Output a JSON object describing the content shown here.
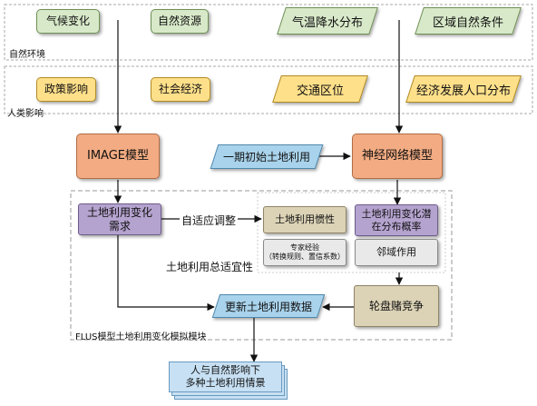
{
  "groups": {
    "natural_env": "自然环境",
    "human_impact": "人类影响",
    "flus_module": "FLUS模型土地利用变化模拟模块",
    "suitability": "土地利用总适宜性"
  },
  "nodes": {
    "climate_change": "气候变化",
    "natural_resources": "自然资源",
    "temp_precip": "气温降水分布",
    "regional_nature": "区域自然条件",
    "policy": "政策影响",
    "socio_economy": "社会经济",
    "transport": "交通区位",
    "econ_population": "经济发展人口分布",
    "image_model": "IMAGE模型",
    "initial_landuse": "一期初始土地利用",
    "neural_net": "神经网络模型",
    "demand": "土地利用变化\n需求",
    "adaptive": "自适应调整",
    "inertia": "土地利用惯性",
    "potential": "土地利用变化潜\n在分布概率",
    "expert_rules": "专家经验\n（转换规则、置信系数）",
    "neighborhood": "邻域作用",
    "roulette": "轮盘赌竞争",
    "update": "更新土地利用数据",
    "scenarios": "人与自然影响下\n多种土地利用情景"
  }
}
